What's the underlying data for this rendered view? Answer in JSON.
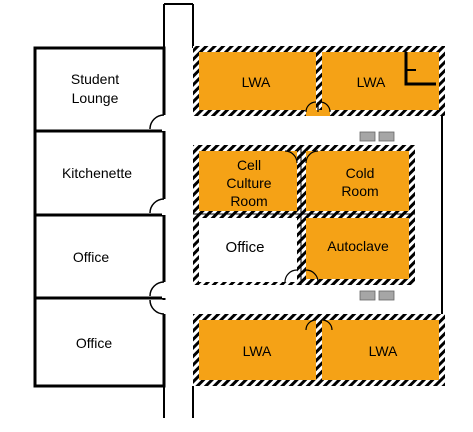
{
  "colors": {
    "lab_fill": "#F5A216",
    "wall": "#000000",
    "hazard_stripe": "#ffffff",
    "room_fill": "#ffffff",
    "equipment": "#a6a6a6"
  },
  "rooms": {
    "student_lounge": {
      "line1": "Student",
      "line2": "Lounge"
    },
    "kitchenette": {
      "label": "Kitchenette"
    },
    "office_west_1": {
      "label": "Office"
    },
    "office_west_2": {
      "label": "Office"
    },
    "lwa_top_left": {
      "label": "LWA"
    },
    "lwa_top_right": {
      "label": "LWA"
    },
    "cell_culture": {
      "line1": "Cell",
      "line2": "Culture",
      "line3": "Room"
    },
    "cold_room": {
      "line1": "Cold",
      "line2": "Room"
    },
    "office_center": {
      "label": "Office"
    },
    "autoclave": {
      "label": "Autoclave"
    },
    "lwa_bottom_left": {
      "label": "LWA"
    },
    "lwa_bottom_right": {
      "label": "LWA"
    }
  }
}
